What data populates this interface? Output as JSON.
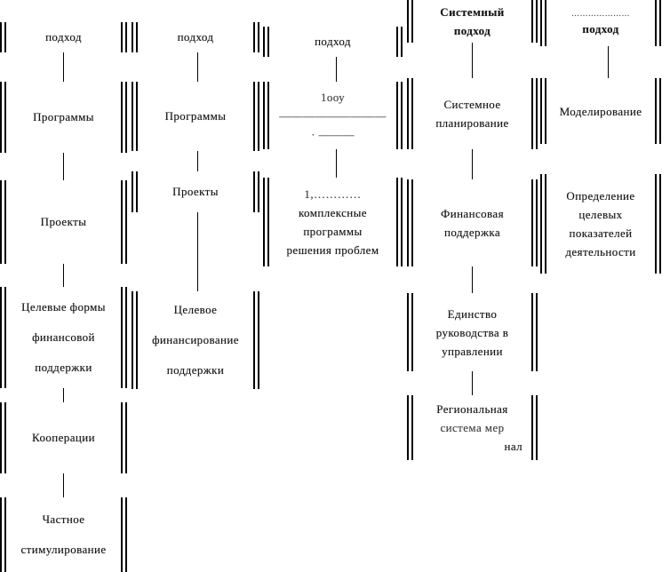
{
  "diagram": {
    "description": "Scanned comparison chart of management approaches, five columns of double-bar cells linked by vertical connectors",
    "columns": [
      {
        "name": "column-1",
        "cells": [
          {
            "lines": [
              "подход"
            ]
          },
          {
            "lines": [
              "Программы"
            ]
          },
          {
            "lines": [
              "Проекты"
            ]
          },
          {
            "lines": [
              "Целевые формы",
              "финансовой",
              "поддержки"
            ]
          },
          {
            "lines": [
              "Кооперации"
            ]
          },
          {
            "lines": [
              "Частное",
              "стимулирование"
            ]
          }
        ]
      },
      {
        "name": "column-2",
        "cells": [
          {
            "lines": [
              "подход"
            ]
          },
          {
            "lines": [
              "Программы"
            ]
          },
          {
            "lines": [
              "Проекты"
            ]
          },
          {
            "lines": [
              "Целевое",
              "финансирование",
              "поддержки"
            ]
          }
        ]
      },
      {
        "name": "column-3",
        "cells": [
          {
            "lines": [
              "подход"
            ]
          },
          {
            "lines": [
              "1ооу—————————",
              "· ———"
            ]
          },
          {
            "lines": [
              "1,…………",
              "комплексные",
              "программы",
              "решения проблем"
            ]
          }
        ]
      },
      {
        "name": "column-4",
        "cells": [
          {
            "lines": [
              "Системный",
              "подход"
            ]
          },
          {
            "lines": [
              "Системное",
              "планирование"
            ]
          },
          {
            "lines": [
              "Финансовая",
              "поддержка"
            ]
          },
          {
            "lines": [
              "Единство",
              "руководства в",
              "управлении"
            ]
          },
          {
            "lines": [
              "Региональная",
              "система мер",
              "нал"
            ]
          }
        ]
      },
      {
        "name": "column-5",
        "cells": [
          {
            "lines": [
              "…………………",
              "подход"
            ]
          },
          {
            "lines": [
              "Моделирование"
            ]
          },
          {
            "lines": [
              "Определение",
              "целевых",
              "показателей",
              "деятельности"
            ]
          }
        ]
      }
    ]
  }
}
